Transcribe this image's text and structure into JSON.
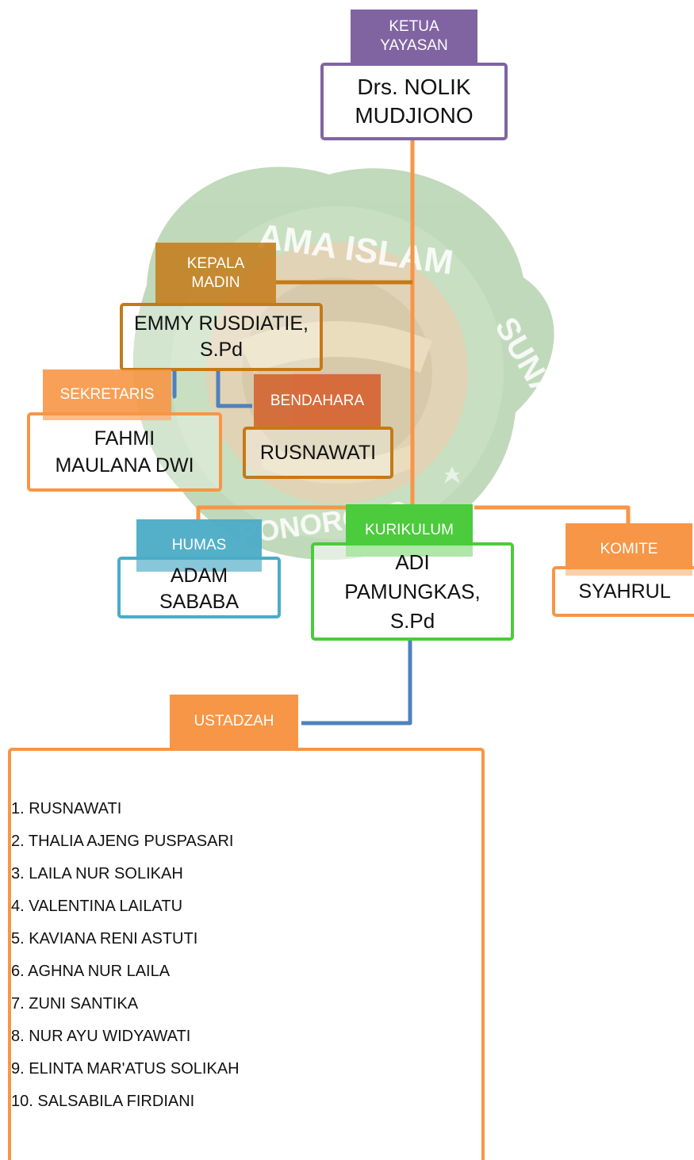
{
  "colors": {
    "purple": "#8064a2",
    "orange": "#f79646",
    "brown": "#c47a18",
    "green": "#4ccb3c",
    "teal": "#4bacc6",
    "blue": "#4f81bd"
  },
  "watermark": {
    "seal_text": [
      "AMA ISLAM",
      "SUNAN GIRI",
      "PONOROGO"
    ]
  },
  "ketua": {
    "title": "KETUA\nYAYASAN",
    "name": "Drs. NOLIK\nMUDJIONO"
  },
  "kepala": {
    "title": "KEPALA\nMADIN",
    "name": "EMMY RUSDIATIE,\nS.Pd"
  },
  "sekretaris": {
    "title": "SEKRETARIS",
    "name": "FAHMI\nMAULANA DWI"
  },
  "bendahara": {
    "title": "BENDAHARA",
    "name": "RUSNAWATI"
  },
  "humas": {
    "title": "HUMAS",
    "name": "ADAM\nSABABA"
  },
  "kurikulum": {
    "title": "KURIKULUM",
    "name": "ADI\nPAMUNGKAS,\nS.Pd"
  },
  "komite": {
    "title": "KOMITE",
    "name": "SYAHRUL"
  },
  "ustadzah": {
    "title": "USTADZAH",
    "list": [
      "1. RUSNAWATI",
      "2. THALIA AJENG PUSPASARI",
      "3. LAILA NUR SOLIKAH",
      "4. VALENTINA LAILATU",
      "5. KAVIANA RENI ASTUTI",
      "6. AGHNA NUR LAILA",
      "7. ZUNI SANTIKA",
      "8. NUR AYU WIDYAWATI",
      "9. ELINTA MAR'ATUS SOLIKAH",
      "10. SALSABILA FIRDIANI"
    ]
  }
}
